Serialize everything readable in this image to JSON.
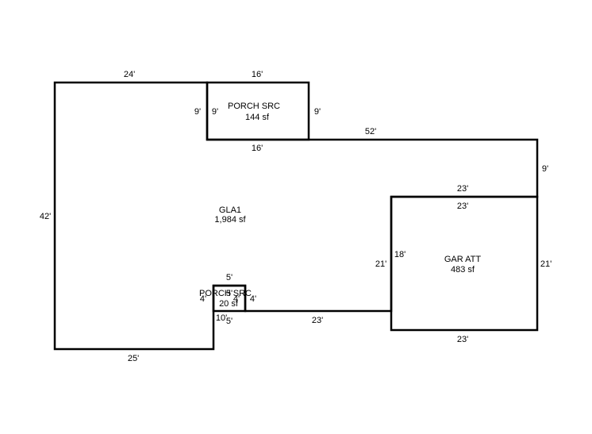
{
  "areas": {
    "porch_top": {
      "name": "PORCH SRC",
      "area": "144 sf"
    },
    "gla": {
      "name": "GLA1",
      "area": "1,984 sf"
    },
    "garage": {
      "name": "GAR ATT",
      "area": "483 sf"
    },
    "porch_small": {
      "name": "PORCH SRC",
      "area": "20 sf"
    }
  },
  "dimensions": {
    "top_left": "24'",
    "porch_top": "16'",
    "porch_left_outer": "9'",
    "porch_left_inner": "9'",
    "porch_right": "9'",
    "porch_bottom": "16'",
    "upper_right_run": "52'",
    "right_short": "9'",
    "left_side": "42'",
    "garage_top_outer": "23'",
    "garage_top_inner": "23'",
    "garage_left_outer": "21'",
    "garage_left_inner": "18'",
    "garage_right": "21'",
    "garage_bottom": "23'",
    "lower_run": "23'",
    "bottom_left": "25'",
    "small_porch_top": "5'",
    "small_porch_top_inner": "5'",
    "small_porch_left": "4'",
    "small_porch_right": "4'",
    "small_porch_right_inner": "4'",
    "small_porch_bottom": "5'",
    "small_porch_bottom_left": "10'"
  },
  "colors": {
    "line": "#000000",
    "background": "#ffffff"
  }
}
